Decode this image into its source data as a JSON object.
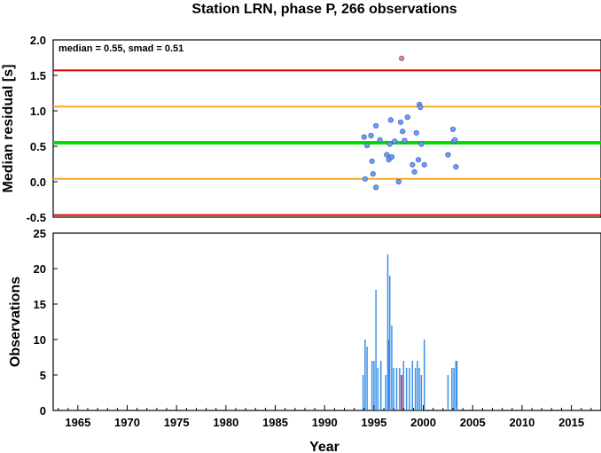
{
  "chart_data": [
    {
      "type": "scatter",
      "title": "Station LRN, phase P, 266 observations",
      "xlabel": "",
      "ylabel": "Median residual [s]",
      "xlim": [
        1962.5,
        2018
      ],
      "ylim": [
        -0.5,
        2.0
      ],
      "yticks": [
        "-0.5",
        "0.0",
        "0.5",
        "1.0",
        "1.5",
        "2.0"
      ],
      "annotation": "median = 0.55, smad = 0.51",
      "reference_lines": [
        {
          "y": 0.55,
          "color": "#00dd00"
        },
        {
          "y": 1.06,
          "color": "#f5a623"
        },
        {
          "y": 0.04,
          "color": "#f5a623"
        },
        {
          "y": 1.57,
          "color": "#e00000"
        },
        {
          "y": -0.47,
          "color": "#e00000"
        }
      ],
      "points": [
        {
          "x": 1994.0,
          "y": 0.63
        },
        {
          "x": 1994.1,
          "y": 0.04
        },
        {
          "x": 1994.3,
          "y": 0.51
        },
        {
          "x": 1994.7,
          "y": 0.65
        },
        {
          "x": 1994.8,
          "y": 0.29
        },
        {
          "x": 1994.9,
          "y": 0.11
        },
        {
          "x": 1995.2,
          "y": 0.79
        },
        {
          "x": 1995.2,
          "y": -0.08
        },
        {
          "x": 1995.6,
          "y": 0.59
        },
        {
          "x": 1996.3,
          "y": 0.38
        },
        {
          "x": 1996.5,
          "y": 0.31
        },
        {
          "x": 1996.7,
          "y": 0.87
        },
        {
          "x": 1996.8,
          "y": 0.35
        },
        {
          "x": 1996.6,
          "y": 0.53
        },
        {
          "x": 1997.1,
          "y": 0.57
        },
        {
          "x": 1997.5,
          "y": 0.0
        },
        {
          "x": 1997.7,
          "y": 0.84
        },
        {
          "x": 1997.8,
          "y": 1.74,
          "outlier": true
        },
        {
          "x": 1997.9,
          "y": 0.71
        },
        {
          "x": 1998.1,
          "y": 0.58
        },
        {
          "x": 1998.4,
          "y": 0.91
        },
        {
          "x": 1998.9,
          "y": 0.24
        },
        {
          "x": 1999.1,
          "y": 0.14
        },
        {
          "x": 1999.3,
          "y": 0.69
        },
        {
          "x": 1999.5,
          "y": 0.31
        },
        {
          "x": 1999.6,
          "y": 1.09
        },
        {
          "x": 1999.7,
          "y": 1.05
        },
        {
          "x": 1999.8,
          "y": 0.53
        },
        {
          "x": 2000.1,
          "y": 0.24
        },
        {
          "x": 2002.5,
          "y": 0.38
        },
        {
          "x": 2003.0,
          "y": 0.74
        },
        {
          "x": 2003.1,
          "y": 0.57
        },
        {
          "x": 2003.2,
          "y": 0.59
        },
        {
          "x": 2003.3,
          "y": 0.21
        }
      ],
      "colors": {
        "point": "#6b9cf5",
        "outlier": "#f57b7b"
      }
    },
    {
      "type": "bar",
      "xlabel": "Year",
      "ylabel": "Observations",
      "xlim": [
        1962.5,
        2018
      ],
      "ylim": [
        0,
        25
      ],
      "xticks": [
        "1965",
        "1970",
        "1975",
        "1980",
        "1985",
        "1990",
        "1995",
        "2000",
        "2005",
        "2010",
        "2015"
      ],
      "yticks": [
        "0",
        "5",
        "10",
        "15",
        "20",
        "25"
      ],
      "bars": [
        {
          "x": 1993.9,
          "value": 5
        },
        {
          "x": 1994.1,
          "value": 10
        },
        {
          "x": 1994.3,
          "value": 9
        },
        {
          "x": 1994.8,
          "value": 7
        },
        {
          "x": 1995.0,
          "value": 7
        },
        {
          "x": 1995.2,
          "value": 17
        },
        {
          "x": 1995.4,
          "value": 6
        },
        {
          "x": 1995.7,
          "value": 7
        },
        {
          "x": 1996.2,
          "value": 5
        },
        {
          "x": 1996.4,
          "value": 22
        },
        {
          "x": 1996.5,
          "value": 10
        },
        {
          "x": 1996.6,
          "value": 19
        },
        {
          "x": 1996.8,
          "value": 12
        },
        {
          "x": 1997.0,
          "value": 6
        },
        {
          "x": 1997.3,
          "value": 6
        },
        {
          "x": 1997.6,
          "value": 6
        },
        {
          "x": 1997.8,
          "value": 5,
          "outlier": true
        },
        {
          "x": 1998.0,
          "value": 7
        },
        {
          "x": 1998.3,
          "value": 6
        },
        {
          "x": 1998.6,
          "value": 6
        },
        {
          "x": 1998.9,
          "value": 7
        },
        {
          "x": 1999.2,
          "value": 6
        },
        {
          "x": 1999.4,
          "value": 7
        },
        {
          "x": 1999.6,
          "value": 6
        },
        {
          "x": 1999.8,
          "value": 5
        },
        {
          "x": 2000.1,
          "value": 10
        },
        {
          "x": 2002.5,
          "value": 5
        },
        {
          "x": 2002.9,
          "value": 6
        },
        {
          "x": 2003.1,
          "value": 6
        },
        {
          "x": 2003.3,
          "value": 7
        },
        {
          "x": 2003.4,
          "value": 7
        }
      ],
      "colors": {
        "bar": "#3a8fe8",
        "outlier": "#b00020"
      }
    }
  ]
}
